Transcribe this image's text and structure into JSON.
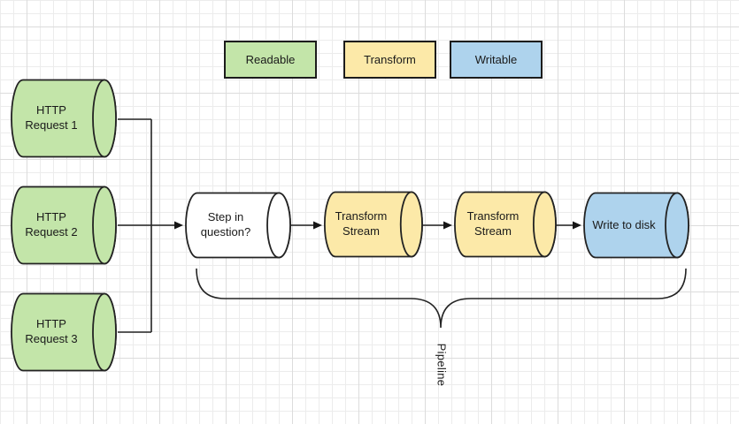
{
  "legend": {
    "items": [
      {
        "label": "Readable",
        "color": "#c3e5a9"
      },
      {
        "label": "Transform",
        "color": "#fce9a8"
      },
      {
        "label": "Writable",
        "color": "#aed3ed"
      }
    ]
  },
  "nodes": [
    {
      "id": "http-request-1",
      "label": "HTTP\nRequest 1",
      "type": "readable",
      "color": "#c3e5a9"
    },
    {
      "id": "http-request-2",
      "label": "HTTP\nRequest 2",
      "type": "readable",
      "color": "#c3e5a9"
    },
    {
      "id": "http-request-3",
      "label": "HTTP\nRequest 3",
      "type": "readable",
      "color": "#c3e5a9"
    },
    {
      "id": "step-in-question",
      "label": "Step in\nquestion?",
      "type": "unknown",
      "color": "#ffffff"
    },
    {
      "id": "transform-stream-1",
      "label": "Transform\nStream",
      "type": "transform",
      "color": "#fce9a8"
    },
    {
      "id": "transform-stream-2",
      "label": "Transform\nStream",
      "type": "transform",
      "color": "#fce9a8"
    },
    {
      "id": "write-to-disk",
      "label": "Write to disk",
      "type": "writable",
      "color": "#aed3ed"
    }
  ],
  "pipeline_label": "Pipeline",
  "colors": {
    "background": "#ffffff",
    "grid_minor": "#ececec",
    "grid_major": "#dcdcdc",
    "stroke": "#232323"
  }
}
